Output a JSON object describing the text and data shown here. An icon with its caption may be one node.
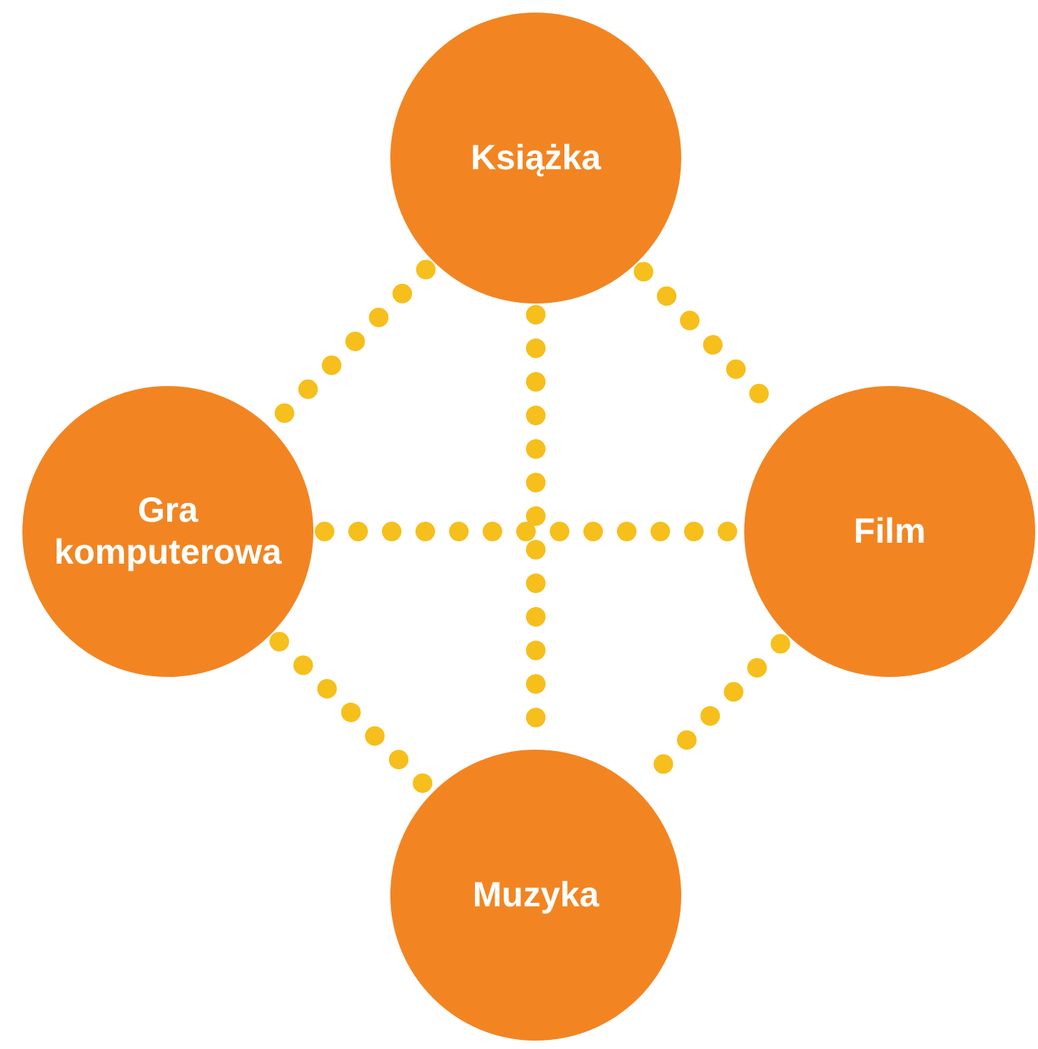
{
  "diagram": {
    "nodes": [
      {
        "text": [
          "Książka"
        ]
      },
      {
        "text": [
          "Gra komputerowa"
        ]
      },
      {
        "text": [
          "Film"
        ]
      },
      {
        "text": [
          "Muzyka"
        ]
      }
    ],
    "edges": [
      {
        "from": 0,
        "to": 1,
        "arrow": "none"
      },
      {
        "from": 0,
        "to": 2,
        "arrow": "none"
      },
      {
        "from": 1,
        "to": 2,
        "arrow": "none"
      },
      {
        "from": 0,
        "to": 3,
        "arrow": "none"
      },
      {
        "from": 1,
        "to": 3,
        "arrow": "none"
      },
      {
        "from": 2,
        "to": 3,
        "arrow": "none"
      }
    ]
  }
}
